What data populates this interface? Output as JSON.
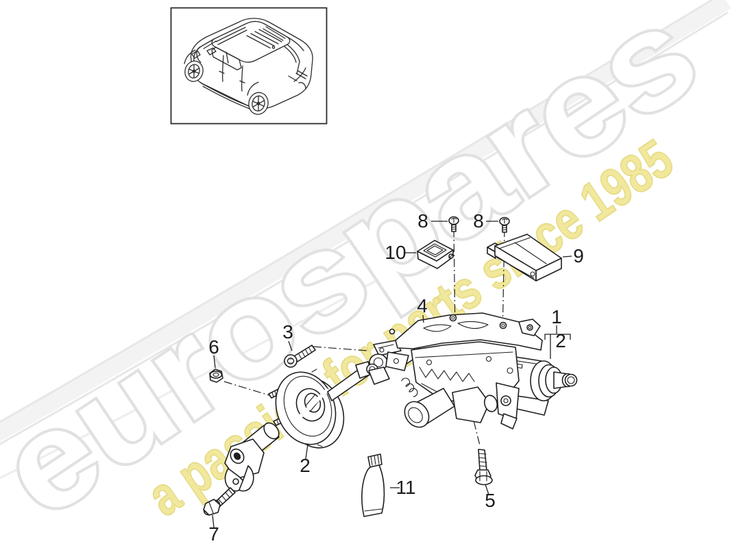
{
  "watermark": {
    "brand": "eurospares",
    "tagline": "a passion for parts since 1985",
    "brand_fill": "#ffffff",
    "brand_outline": "#e1e1e1",
    "tagline_fill": "#efe58d",
    "tagline_outline": "#e2d672"
  },
  "callouts": {
    "group": "1",
    "group_sub": "2",
    "coupling": "2",
    "bolt_upper": "3",
    "washer": "4",
    "bolt_mount": "5",
    "nut": "6",
    "bolt_lower": "7",
    "screw_a": "8",
    "screw_b": "8",
    "module_right": "9",
    "module_left": "10",
    "grease_tube": "11"
  }
}
